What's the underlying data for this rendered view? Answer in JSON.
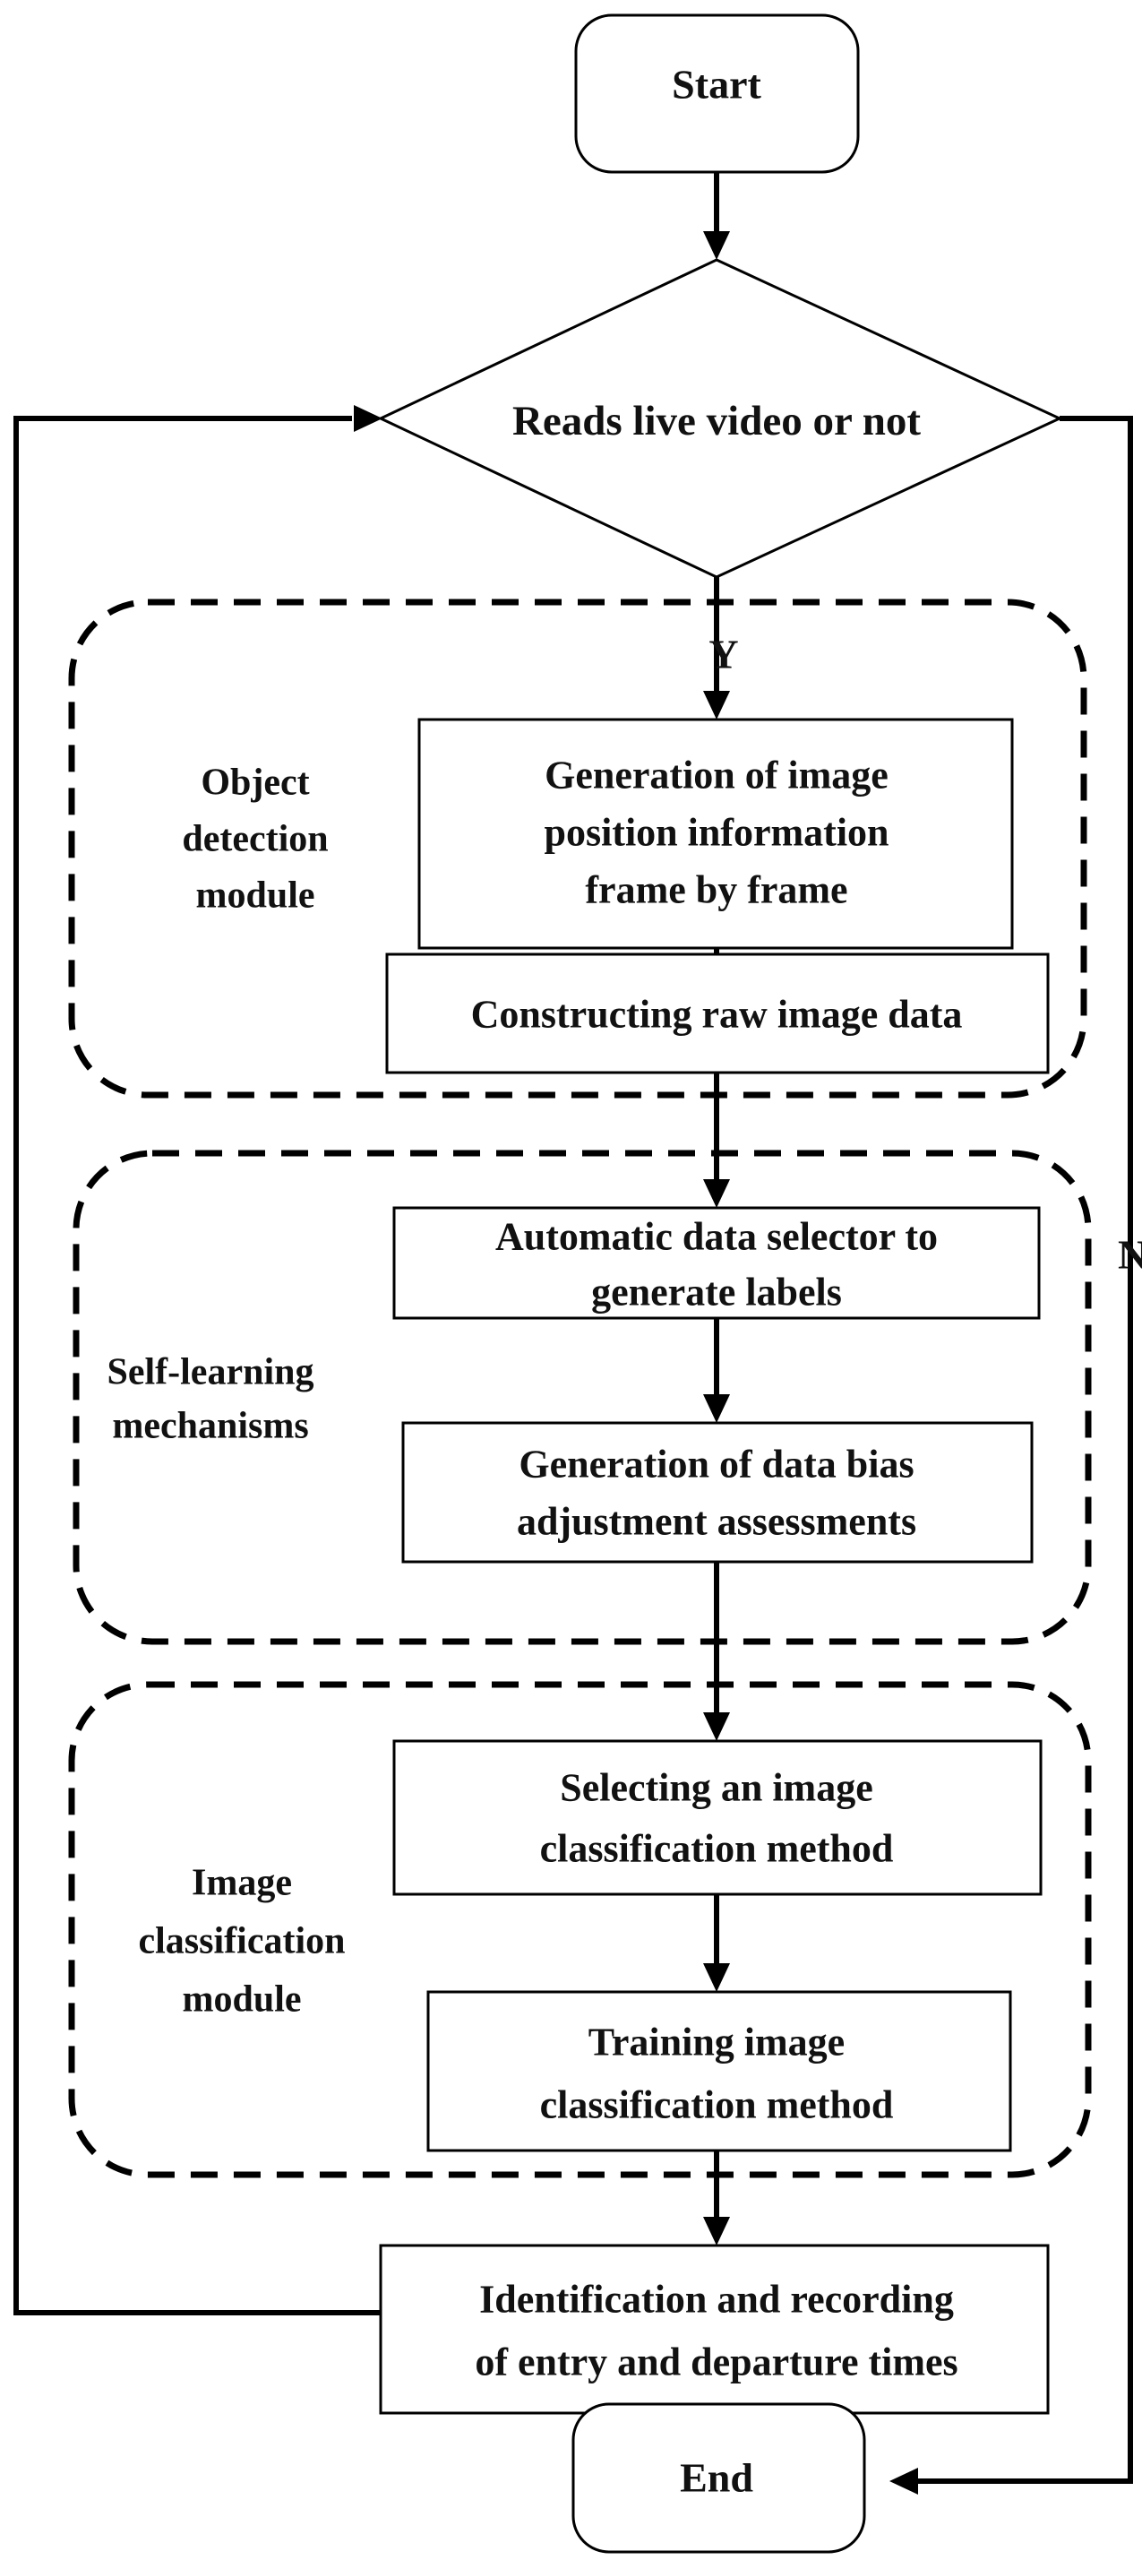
{
  "flowchart": {
    "start": "Start",
    "decision": "Reads live video or not",
    "yes_label": "Y",
    "no_label": "N",
    "modules": [
      {
        "label_lines": [
          "Object",
          "detection",
          "module"
        ]
      },
      {
        "label_lines": [
          "Self-learning",
          "mechanisms"
        ]
      },
      {
        "label_lines": [
          "Image",
          "classification",
          "module"
        ]
      }
    ],
    "steps": [
      {
        "lines": [
          "Generation of image",
          "position information",
          "frame by frame"
        ]
      },
      {
        "lines": [
          "Constructing raw image data"
        ]
      },
      {
        "lines": [
          "Automatic data selector to",
          "generate labels"
        ]
      },
      {
        "lines": [
          "Generation of data bias",
          "adjustment assessments"
        ]
      },
      {
        "lines": [
          "Selecting an image",
          "classification method"
        ]
      },
      {
        "lines": [
          "Training image",
          "classification method"
        ]
      },
      {
        "lines": [
          "Identification and recording",
          "of entry and departure times"
        ]
      }
    ],
    "end": "End"
  }
}
